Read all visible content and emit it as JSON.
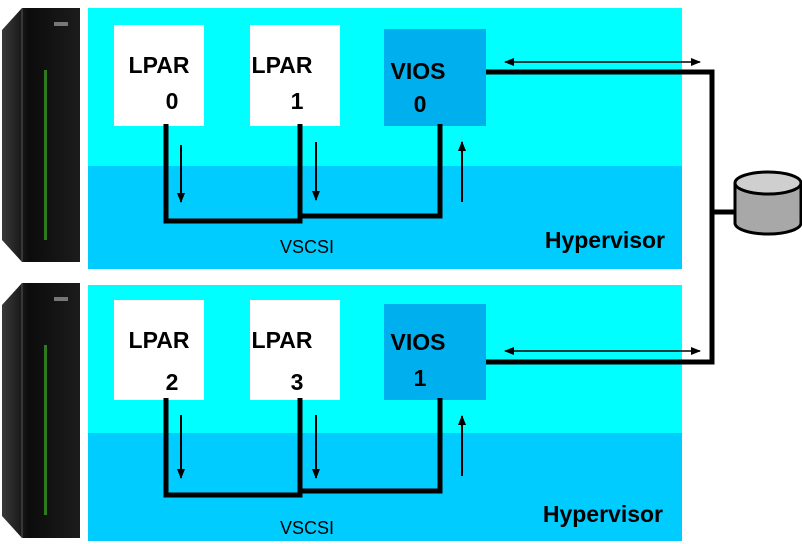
{
  "colors": {
    "system_top": "#00ffff",
    "hypervisor": "#00ccff",
    "vios": "#00b0ee",
    "lpar": "#ffffff",
    "wire": "#000000",
    "disk": "#a8a8a8",
    "server_body": "#111111",
    "server_accent": "#2f7a1f"
  },
  "systems": [
    {
      "lpars": [
        {
          "line1": "LPAR",
          "line2": "0"
        },
        {
          "line1": "LPAR",
          "line2": "1"
        }
      ],
      "vios": {
        "line1": "VIOS",
        "line2": "0"
      },
      "bus_label": "VSCSI",
      "hypervisor_label": "Hypervisor"
    },
    {
      "lpars": [
        {
          "line1": "LPAR",
          "line2": "2"
        },
        {
          "line1": "LPAR",
          "line2": "3"
        }
      ],
      "vios": {
        "line1": "VIOS",
        "line2": "1"
      },
      "bus_label": "VSCSI",
      "hypervisor_label": "Hypervisor"
    }
  ],
  "server_icon": "server-rack-icon",
  "storage_icon": "disk-storage-icon"
}
